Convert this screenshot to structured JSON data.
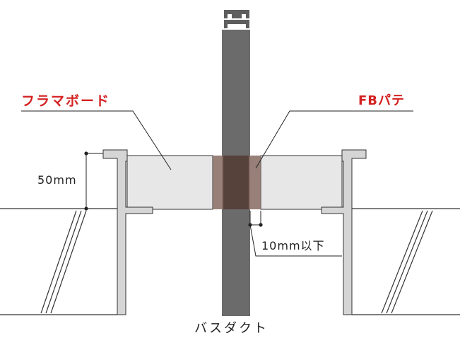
{
  "labels": {
    "fire_board": "フラマボード",
    "fb_putty": "FBパテ",
    "height_dim": "50mm",
    "gap_dim": "10mm以下",
    "bus_duct": "バスダクト"
  },
  "colors": {
    "accent_label": "#d42020",
    "text": "#222222",
    "outline": "#333333",
    "bus_duct": "#6b6b6b",
    "bus_duct_cap": "#5e5e5e",
    "fire_board": "#e7e7e7",
    "frame": "#d5d5d5",
    "putty": "#8a6e66",
    "putty_overlap": "#4d3a34"
  },
  "icons": {
    "bus_duct_top": "bus-duct-cap-icon",
    "dimension_marker": "dot-marker-icon"
  }
}
